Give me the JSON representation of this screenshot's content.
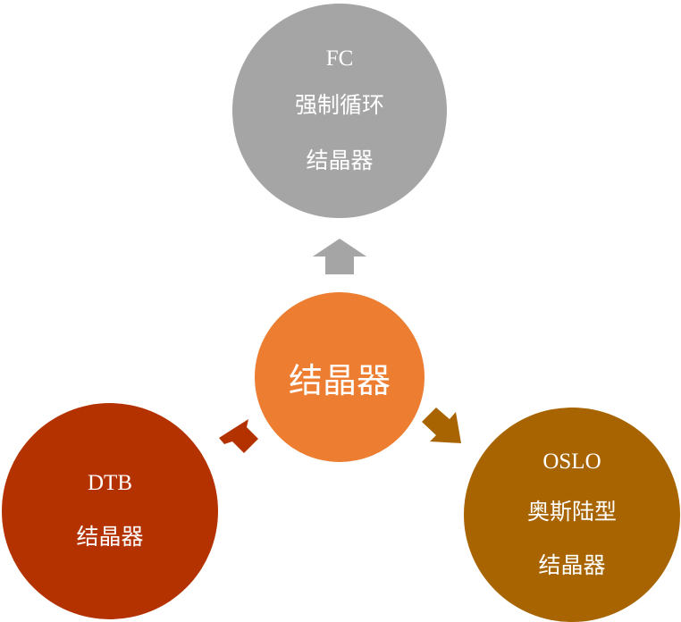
{
  "diagram": {
    "center": {
      "label": "结晶器",
      "color": "#ED7D31"
    },
    "top": {
      "lines": [
        "FC",
        "强制循环",
        "结晶器"
      ],
      "color": "#A5A5A5"
    },
    "left": {
      "lines": [
        "DTB",
        "结晶器"
      ],
      "color": "#B33200"
    },
    "right": {
      "lines": [
        "OSLO",
        "奥斯陆型",
        "结晶器"
      ],
      "color": "#A86400"
    },
    "arrows": {
      "top_color": "#A5A5A5",
      "left_color": "#B33200",
      "right_color": "#A86400"
    }
  }
}
